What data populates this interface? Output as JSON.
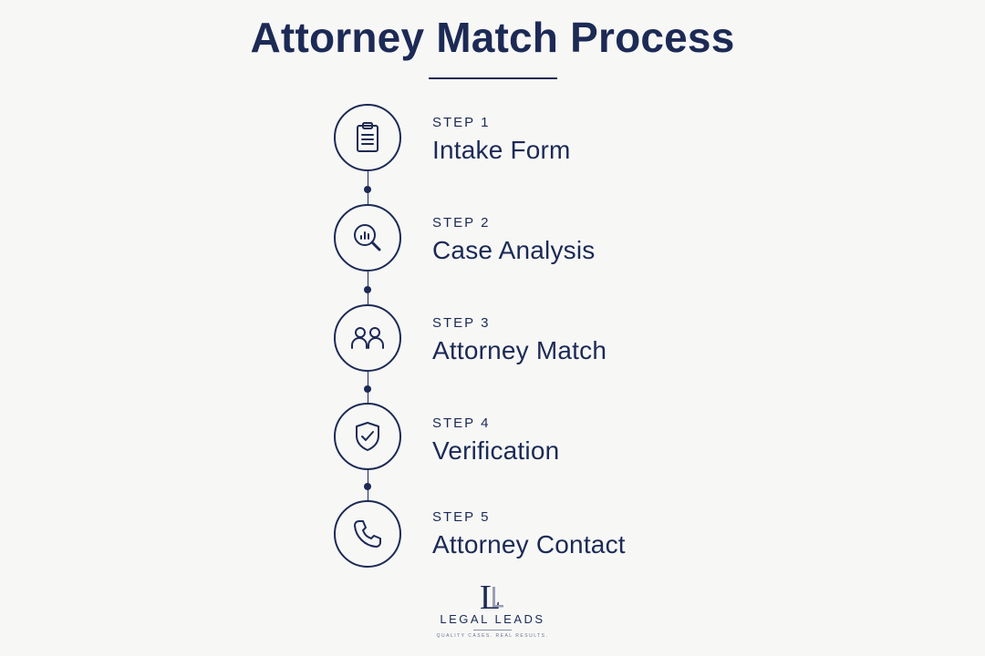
{
  "title": "Attorney Match Process",
  "steps": [
    {
      "number": "STEP 1",
      "label": "Intake Form",
      "icon": "clipboard-icon"
    },
    {
      "number": "STEP 2",
      "label": "Case Analysis",
      "icon": "magnifier-chart-icon"
    },
    {
      "number": "STEP 3",
      "label": "Attorney Match",
      "icon": "people-icon"
    },
    {
      "number": "STEP 4",
      "label": "Verification",
      "icon": "shield-check-icon"
    },
    {
      "number": "STEP 5",
      "label": "Attorney Contact",
      "icon": "phone-icon"
    }
  ],
  "logo": {
    "mark": "L",
    "name": "LEGAL LEADS",
    "tagline": "QUALITY CASES. REAL RESULTS."
  },
  "colors": {
    "primary": "#1c2a55",
    "background": "#f7f7f6"
  }
}
